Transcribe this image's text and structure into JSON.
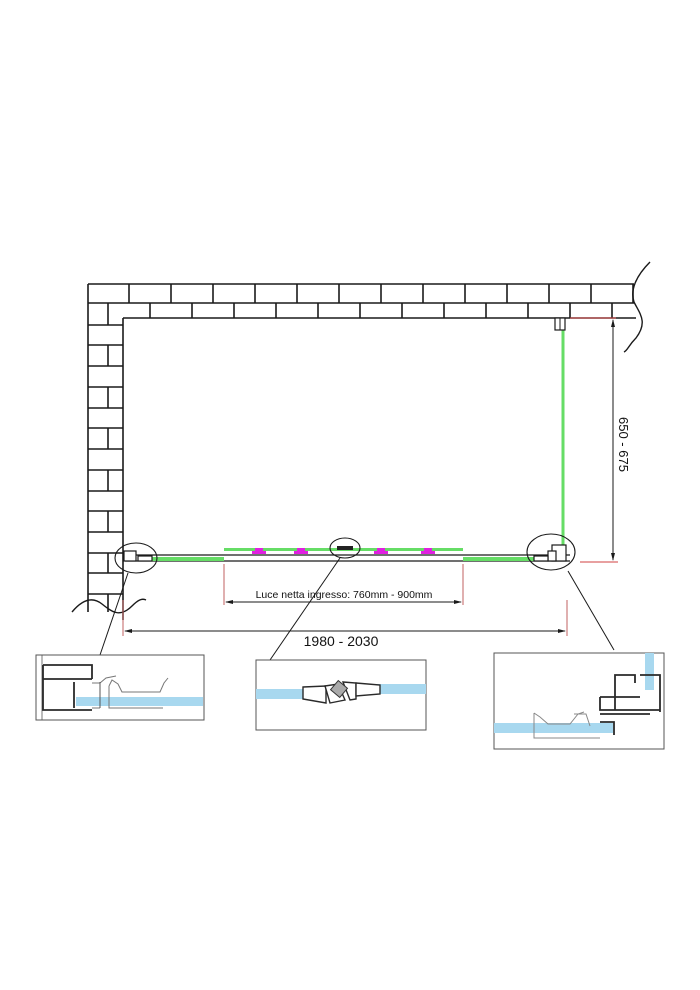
{
  "diagram": {
    "type": "shower-enclosure-plan",
    "dimensions": {
      "width_label": "1980 - 2030",
      "depth_label": "650 - 675",
      "entrance_label": "Luce netta ingresso: 760mm - 900mm"
    },
    "details": [
      {
        "name": "left-wall-profile-detail",
        "position": "bottom-left"
      },
      {
        "name": "center-door-joint-detail",
        "position": "bottom-center"
      },
      {
        "name": "right-corner-detail",
        "position": "bottom-right"
      }
    ],
    "colors": {
      "wall_line": "#1a1a1a",
      "glass_panel": "#66dd66",
      "roller": "#e020e0",
      "dimension_marker": "#d04040",
      "glass_section": "#a8d8ef",
      "profile": "#2a2a2a"
    }
  }
}
